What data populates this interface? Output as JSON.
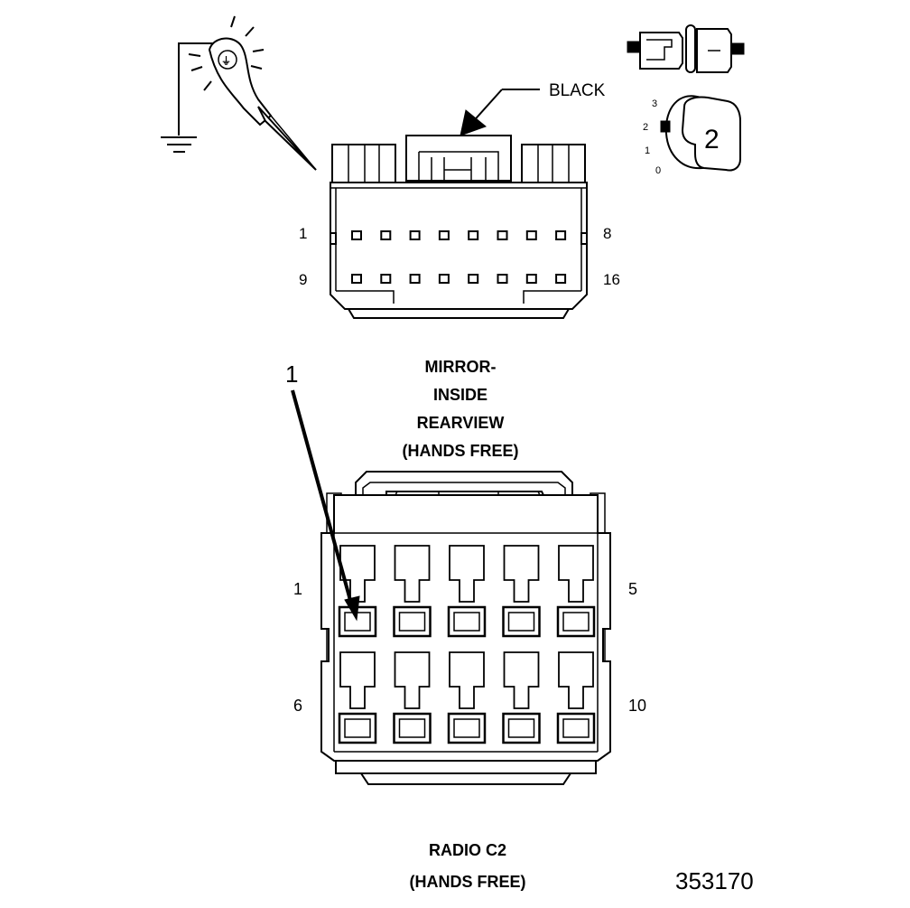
{
  "wire_color": "BLACK",
  "connector_top": {
    "pin_labels": {
      "top_left": "1",
      "top_right": "8",
      "bottom_left": "9",
      "bottom_right": "16"
    },
    "title_lines": [
      "MIRROR-",
      "INSIDE",
      "REARVIEW",
      "(HANDS FREE)"
    ]
  },
  "connector_bottom": {
    "pin_labels": {
      "top_left": "1",
      "top_right": "5",
      "bottom_left": "6",
      "bottom_right": "10"
    },
    "callout": "1",
    "title_lines": [
      "RADIO C2",
      "(HANDS FREE)"
    ]
  },
  "key_icon": {
    "positions": [
      "3",
      "2",
      "1",
      "0"
    ],
    "key_number": "2"
  },
  "figure_id": "353170"
}
